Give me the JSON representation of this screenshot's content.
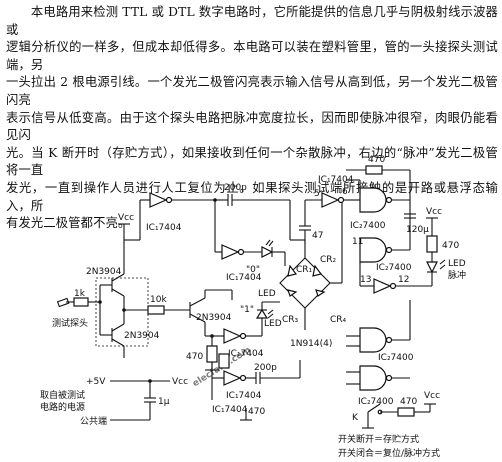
{
  "description": {
    "lines": [
      "　　本电路用来检测 TTL 或 DTL 数字电路时，它所能提供的信息几乎与阴极射线示波器或",
      "逻辑分析仪的一样多，但成本却低得多。本电路可以装在塑料管里，管的一头接探头测试端，另",
      "一头拉出 2 根电源引线。一个发光二极管闪亮表示输入信号从高到低，另一个发光二极管闪亮",
      "表示信号从低变高。由于这个探头电路把脉冲宽度拉长，因而即使脉冲很窄，肉眼仍能看见闪",
      "光。当 K 断开时（存贮方式），如果接收到任何一个杂散脉冲，右边的“脉冲”发光二极管将一直",
      "发光，一直到操作人员进行人工复位为止。如果探头测试端所接触的是开路或悬浮态输入，所",
      "有发光二极管都不亮。"
    ]
  },
  "schematic": {
    "labels": {
      "ic1_top": "IC₁7404",
      "ic1_mid": "IC₁7404",
      "ic1_mid2": "IC₁7404",
      "ic1_low": "IC₁7404",
      "ic1_bot": "IC₁7404",
      "ic1_right": "IC₁7404",
      "ic2_a": "IC₂7400",
      "ic2_b": "IC₂7400",
      "ic2_c": "IC₂7400",
      "ic2_d": "IC₂7400",
      "vcc_left": "Vcc",
      "vcc_right": "Vcc",
      "vcc_psu": "Vcc",
      "vcc_sw": "Vcc",
      "q1": "2N3904",
      "q2": "2N3904",
      "q3": "2N3904",
      "r_1k": "1k",
      "r_10k": "10k",
      "r_470_a": "470",
      "r_470_b": "470",
      "r_470_c": "470",
      "r_470_top": "470",
      "r_470_sw": "470",
      "c_200p_top": "200p",
      "c_200p_bot": "200p",
      "c_47": "47",
      "c_120u": "120μ",
      "c_1u": "1μ",
      "led0": "\"0\"",
      "led0_name": "LED",
      "led1": "\"1\"",
      "led1_name": "LED",
      "led_pulse_name": "LED",
      "led_pulse": "脉冲",
      "cr1": "CR₁",
      "cr2": "CR₂",
      "cr3": "CR₃",
      "cr4": "CR₄",
      "diode_part": "1N914(4)",
      "probe": "测试探头",
      "plus5v": "+5V",
      "psu_note_1": "取自被测试",
      "psu_note_2": "电路的电源",
      "common": "公共端",
      "switch_k": "K",
      "mode_open": "开关断开＝存贮方式",
      "mode_closed": "开关闭合＝复位/脉冲方式",
      "pin_5": "5",
      "pin_6": "6",
      "pin_11": "11",
      "pin_13": "13",
      "pin_12": "12",
      "watermark": "elecfans.com"
    }
  }
}
